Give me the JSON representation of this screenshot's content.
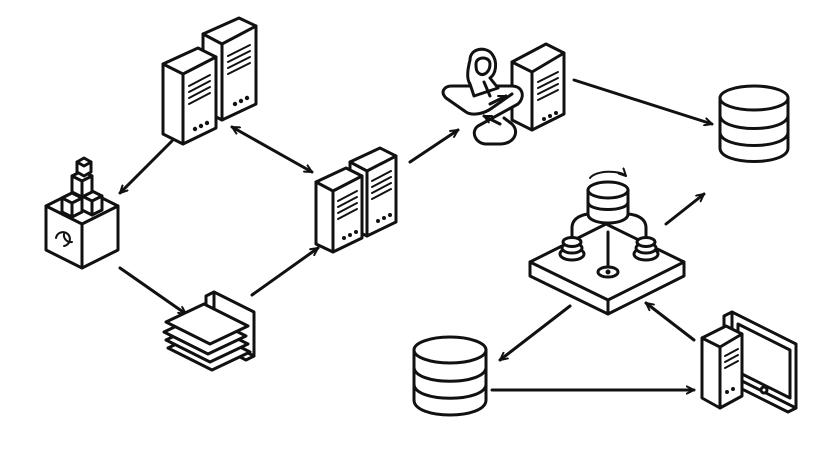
{
  "diagram": {
    "nodes": [
      {
        "id": "top-servers",
        "icon": "server-pair-icon"
      },
      {
        "id": "package-box",
        "icon": "package-box-icon"
      },
      {
        "id": "laptop",
        "icon": "laptop-stack-icon"
      },
      {
        "id": "center-servers",
        "icon": "server-pair-icon"
      },
      {
        "id": "user-workstation",
        "icon": "user-server-pipeline-icon"
      },
      {
        "id": "top-database",
        "icon": "database-icon"
      },
      {
        "id": "processing-platform",
        "icon": "processing-platform-icon"
      },
      {
        "id": "bottom-database",
        "icon": "database-icon"
      },
      {
        "id": "server-tablet",
        "icon": "server-tablet-icon"
      }
    ],
    "edges": [
      {
        "from": "top-servers",
        "to": "package-box",
        "direction": "forward"
      },
      {
        "from": "top-servers",
        "to": "center-servers",
        "direction": "both"
      },
      {
        "from": "package-box",
        "to": "laptop",
        "direction": "forward"
      },
      {
        "from": "laptop",
        "to": "center-servers",
        "direction": "forward"
      },
      {
        "from": "center-servers",
        "to": "user-workstation",
        "direction": "forward"
      },
      {
        "from": "user-workstation",
        "to": "top-database",
        "direction": "forward"
      },
      {
        "from": "processing-platform",
        "to": "top-database",
        "direction": "forward"
      },
      {
        "from": "processing-platform",
        "to": "bottom-database",
        "direction": "forward"
      },
      {
        "from": "bottom-database",
        "to": "server-tablet",
        "direction": "forward"
      },
      {
        "from": "server-tablet",
        "to": "processing-platform",
        "direction": "forward"
      }
    ],
    "colors": {
      "stroke": "#111111",
      "fill": "#ffffff",
      "background": "#ffffff"
    }
  }
}
